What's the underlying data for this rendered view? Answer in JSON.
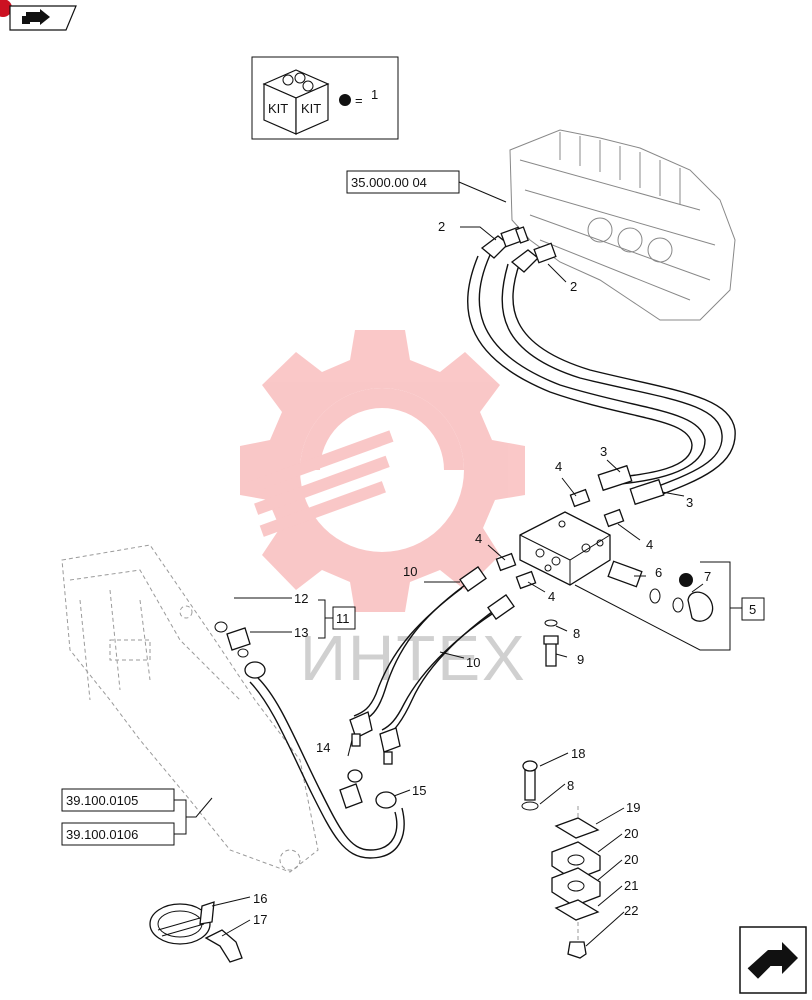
{
  "kit_legend": {
    "kit_text_left": "KIT",
    "kit_text_right": "KIT",
    "equals": "=",
    "kit_number": "1"
  },
  "references": {
    "control_valve": "35.000.00 04",
    "boom_ref_a": "39.100.0105",
    "boom_ref_b": "39.100.0106"
  },
  "group_boxes": {
    "block_group": "5",
    "fitting_group": "11"
  },
  "callouts": {
    "c2a": "2",
    "c2b": "2",
    "c3a": "3",
    "c3b": "3",
    "c4a": "4",
    "c4b": "4",
    "c4c": "4",
    "c4d": "4",
    "c6": "6",
    "c7": "7",
    "c8a": "8",
    "c8b": "8",
    "c9": "9",
    "c10a": "10",
    "c10b": "10",
    "c12": "12",
    "c13": "13",
    "c14": "14",
    "c15": "15",
    "c16": "16",
    "c17": "17",
    "c18": "18",
    "c19": "19",
    "c20a": "20",
    "c20b": "20",
    "c21": "21",
    "c22": "22"
  },
  "watermark": {
    "text": "ИНТЕХ",
    "color": "#f06060"
  },
  "colors": {
    "line": "#111111",
    "watermark_red": "#f06060",
    "corner_badge": "#cc1122"
  },
  "icons": [
    "back-arrow-icon",
    "next-page-icon",
    "kit-box-icon",
    "gear-logo-icon"
  ]
}
